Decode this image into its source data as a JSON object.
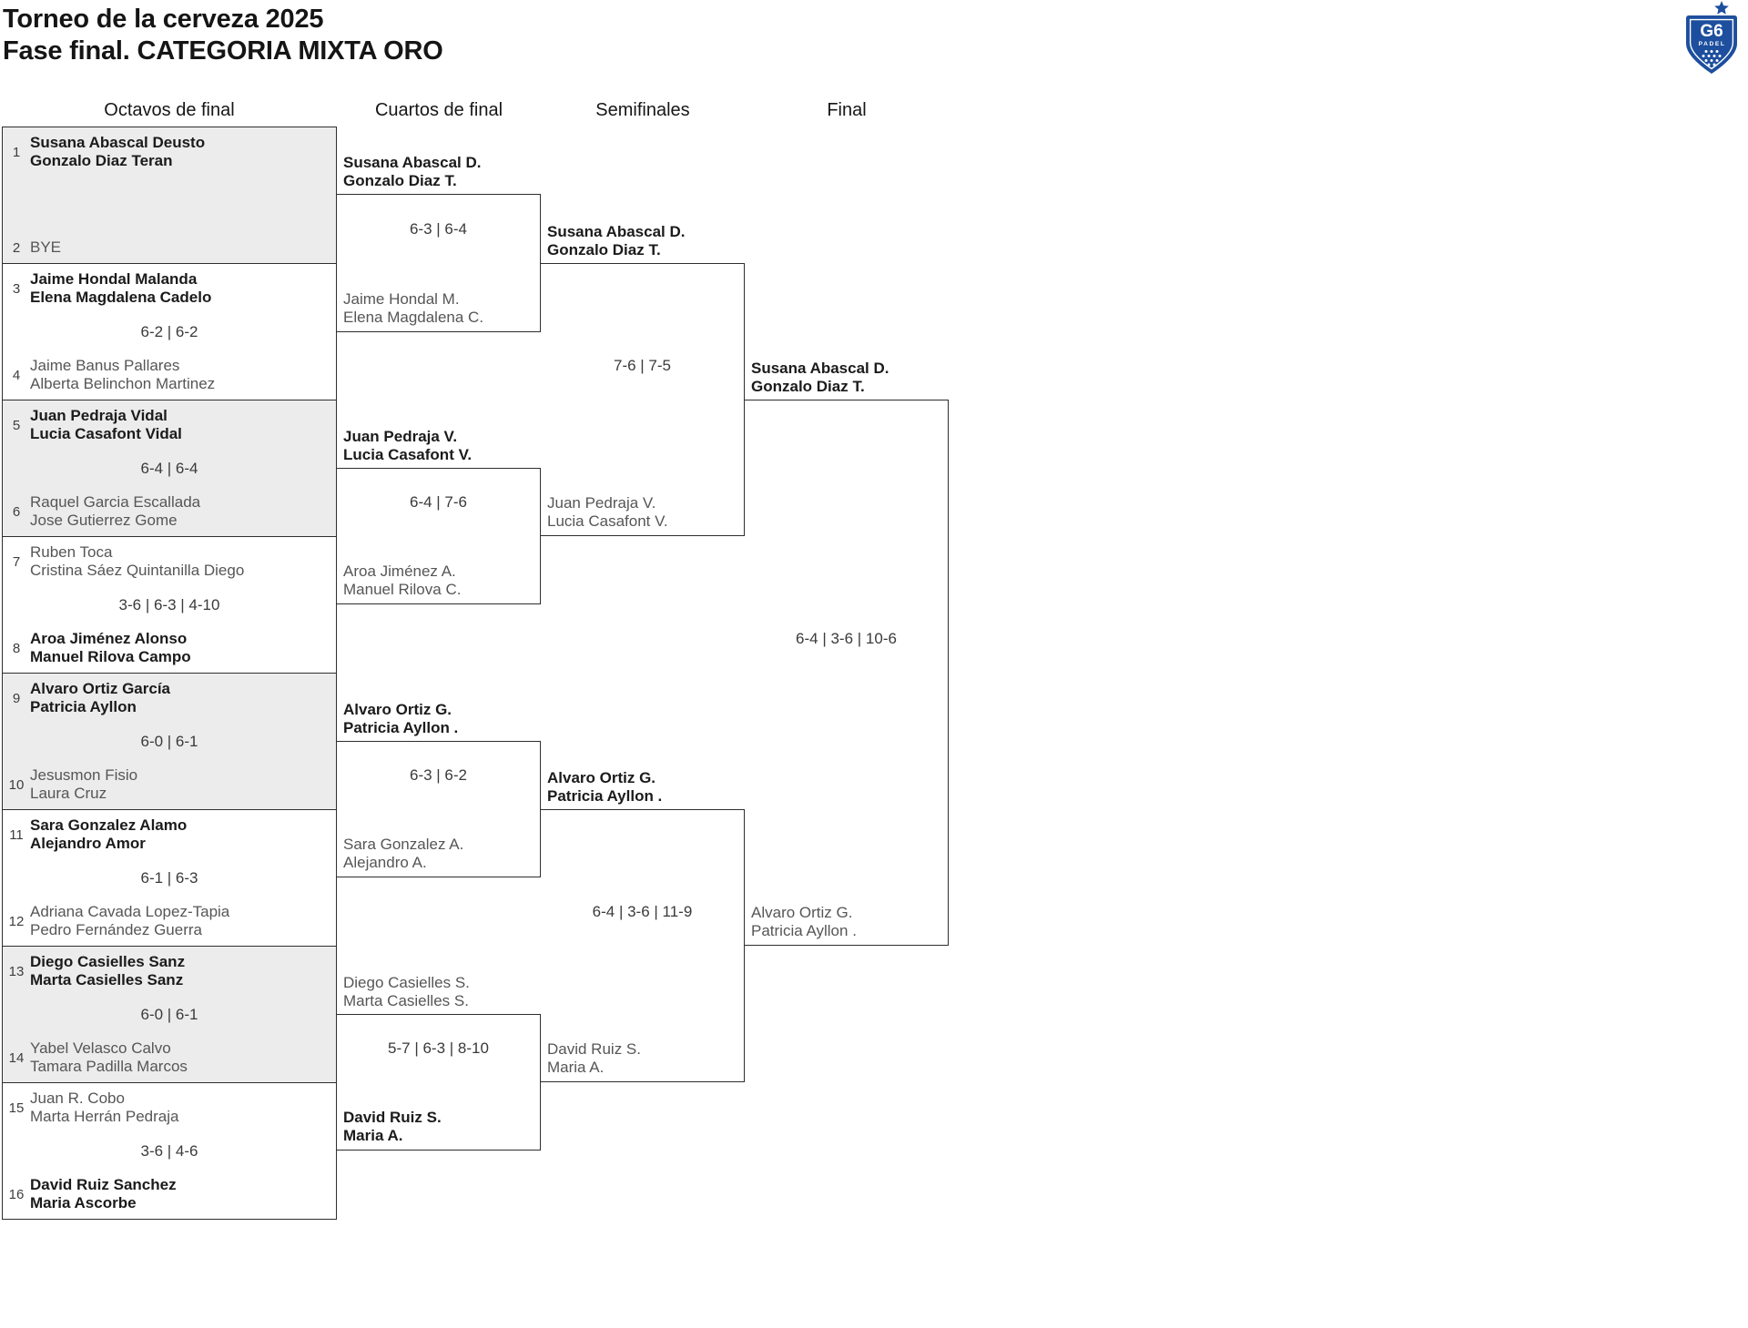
{
  "header": {
    "title_line1": "Torneo de la cerveza 2025",
    "title_line2": "Fase final. CATEGORIA MIXTA ORO",
    "logo": {
      "text": "G6",
      "subtext": "PADEL"
    }
  },
  "colors": {
    "logo_blue": "#1d4f9e",
    "shaded_row": "#ececec",
    "line": "#2e2e2e",
    "winner_text": "#1b1b1b",
    "loser_text": "#565656"
  },
  "rounds": {
    "r16_label": "Octavos de final",
    "qf_label": "Cuartos de final",
    "sf_label": "Semifinales",
    "final_label": "Final"
  },
  "r16": [
    {
      "seed_a": "1",
      "a": [
        "Susana Abascal Deusto",
        "Gonzalo Diaz Teran"
      ],
      "score": "",
      "seed_b": "2",
      "b": [
        "BYE"
      ]
    },
    {
      "seed_a": "3",
      "a": [
        "Jaime Hondal Malanda",
        "Elena Magdalena Cadelo"
      ],
      "score": "6-2 | 6-2",
      "seed_b": "4",
      "b": [
        "Jaime Banus Pallares",
        "Alberta Belinchon Martinez"
      ]
    },
    {
      "seed_a": "5",
      "a": [
        "Juan Pedraja Vidal",
        "Lucia Casafont Vidal"
      ],
      "score": "6-4 | 6-4",
      "seed_b": "6",
      "b": [
        "Raquel Garcia Escallada",
        "Jose Gutierrez Gome"
      ]
    },
    {
      "seed_a": "7",
      "a": [
        "Ruben Toca",
        "Cristina Sáez Quintanilla Diego"
      ],
      "score": "3-6 | 6-3 | 4-10",
      "seed_b": "8",
      "b": [
        "Aroa Jiménez Alonso",
        "Manuel Rilova Campo"
      ]
    },
    {
      "seed_a": "9",
      "a": [
        "Alvaro Ortiz García",
        "Patricia Ayllon"
      ],
      "score": "6-0 | 6-1",
      "seed_b": "10",
      "b": [
        "Jesusmon Fisio",
        "Laura Cruz"
      ]
    },
    {
      "seed_a": "11",
      "a": [
        "Sara Gonzalez Alamo",
        "Alejandro Amor"
      ],
      "score": "6-1 | 6-3",
      "seed_b": "12",
      "b": [
        "Adriana Cavada Lopez-Tapia",
        "Pedro Fernández Guerra"
      ]
    },
    {
      "seed_a": "13",
      "a": [
        "Diego Casielles Sanz",
        "Marta Casielles Sanz"
      ],
      "score": "6-0 | 6-1",
      "seed_b": "14",
      "b": [
        "Yabel Velasco Calvo",
        "Tamara Padilla Marcos"
      ]
    },
    {
      "seed_a": "15",
      "a": [
        "Juan R. Cobo",
        "Marta Herrán Pedraja"
      ],
      "score": "3-6 | 4-6",
      "seed_b": "16",
      "b": [
        "David Ruiz Sanchez",
        "Maria Ascorbe"
      ]
    }
  ],
  "qf": [
    {
      "top": [
        "Susana Abascal D.",
        "Gonzalo Diaz T."
      ],
      "score": "6-3 | 6-4",
      "bottom": [
        "Jaime Hondal M.",
        "Elena Magdalena C."
      ]
    },
    {
      "top": [
        "Juan Pedraja V.",
        "Lucia Casafont V."
      ],
      "score": "6-4 | 7-6",
      "bottom": [
        "Aroa Jiménez A.",
        "Manuel Rilova C."
      ]
    },
    {
      "top": [
        "Alvaro Ortiz G.",
        "Patricia Ayllon ."
      ],
      "score": "6-3 | 6-2",
      "bottom": [
        "Sara Gonzalez A.",
        "Alejandro A."
      ]
    },
    {
      "top": [
        "Diego Casielles S.",
        "Marta Casielles S."
      ],
      "score": "5-7 | 6-3 | 8-10",
      "bottom": [
        "David Ruiz S.",
        "Maria A."
      ]
    }
  ],
  "sf": [
    {
      "top": [
        "Susana Abascal D.",
        "Gonzalo Diaz T."
      ],
      "score": "7-6 | 7-5",
      "bottom": [
        "Juan Pedraja V.",
        "Lucia Casafont V."
      ]
    },
    {
      "top": [
        "Alvaro Ortiz G.",
        "Patricia Ayllon ."
      ],
      "score": "6-4 | 3-6 | 11-9",
      "bottom": [
        "David Ruiz S.",
        "Maria A."
      ]
    }
  ],
  "final": {
    "top": [
      "Susana Abascal D.",
      "Gonzalo Diaz T."
    ],
    "score": "6-4 | 3-6 | 10-6",
    "bottom": [
      "Alvaro Ortiz G.",
      "Patricia Ayllon ."
    ]
  }
}
